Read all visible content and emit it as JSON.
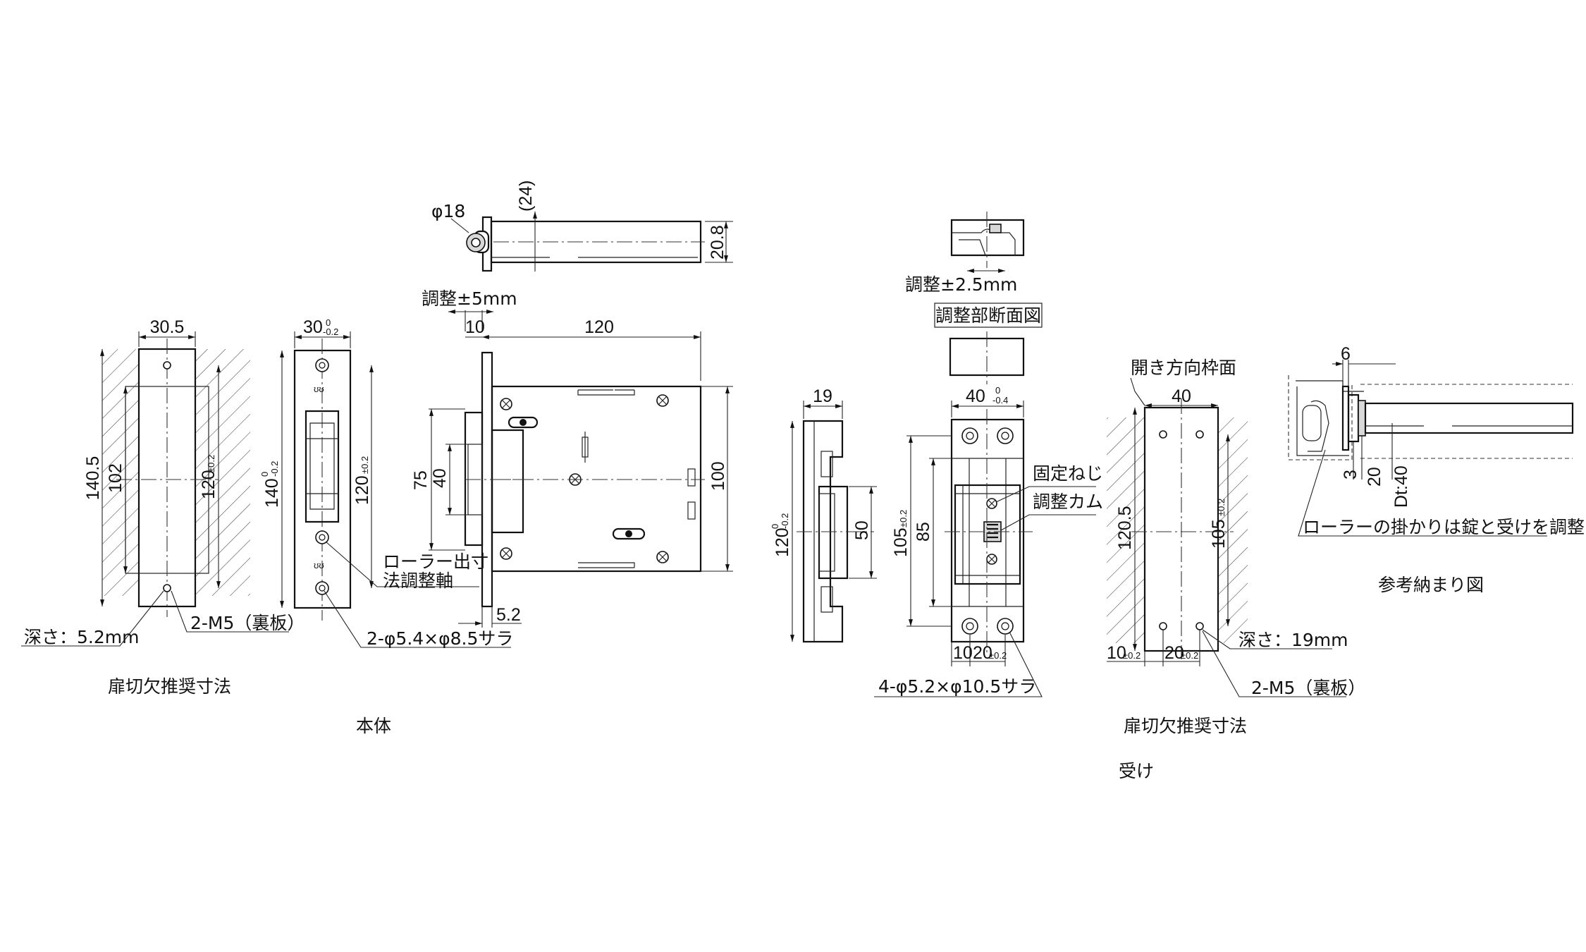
{
  "title": "",
  "left_group": {
    "cutout": {
      "label": "扉切欠推奨寸法",
      "width": "30.5",
      "height_outer": "140.5",
      "height_inner": "102",
      "hole_pitch": "120",
      "hole_pitch_tol": "±0.2",
      "depth_note": "深さ：5.2mm",
      "screw_note": "2-M5（裏板）"
    },
    "faceplate": {
      "width": "30",
      "width_tol_upper": "0",
      "width_tol_lower": "-0.2",
      "height": "140",
      "height_tol_upper": "0",
      "height_tol_lower": "-0.2",
      "hole_pitch": "120",
      "hole_pitch_tol": "±0.2",
      "roller_note_1": "ローラー出寸",
      "roller_note_2": "法調整軸",
      "hole_note": "2-φ5.4×φ8.5サラ"
    },
    "top_view": {
      "roller_dia": "φ18",
      "roller_offset": "(24)",
      "thickness": "20.8"
    },
    "body_side": {
      "adjust_note": "調整±5mm",
      "dim_10": "10",
      "dim_120": "120",
      "dim_75": "75",
      "dim_40": "40",
      "dim_100": "100",
      "dim_52": "5.2"
    },
    "label": "本体"
  },
  "right_group": {
    "section": {
      "adjust_note": "調整±2.5mm",
      "label": "調整部断面図"
    },
    "strike_side": {
      "thickness": "19",
      "height": "120",
      "height_tol_upper": "0",
      "height_tol_lower": "-0.2",
      "recess": "50"
    },
    "strike_front": {
      "width": "40",
      "width_tol_upper": "0",
      "width_tol_lower": "-0.4",
      "height": "105",
      "height_tol": "±0.2",
      "inner_height": "85",
      "dim_10": "10",
      "dim_20": "20",
      "dim_20_tol": "±0.2",
      "fix_screw": "固定ねじ",
      "adjust_cam": "調整カム",
      "hole_note": "4-φ5.2×φ10.5サラ"
    },
    "cutout": {
      "label": "扉切欠推奨寸法",
      "frame_face": "開き方向枠面",
      "width": "40",
      "height": "120.5",
      "hole_pitch": "105",
      "hole_pitch_tol": "±0.2",
      "dim_10": "10",
      "dim_10_tol": "±0.2",
      "dim_20": "20",
      "dim_20_tol": "±0.2",
      "depth_note": "深さ：19mm",
      "screw_note": "2-M5（裏板）"
    },
    "reference": {
      "dim_6": "6",
      "dim_3": "3",
      "dim_20": "20",
      "dt": "Dt:40",
      "note": "ローラーの掛かりは錠と受けを調整の事",
      "label": "参考納まり図"
    },
    "label": "受け"
  }
}
